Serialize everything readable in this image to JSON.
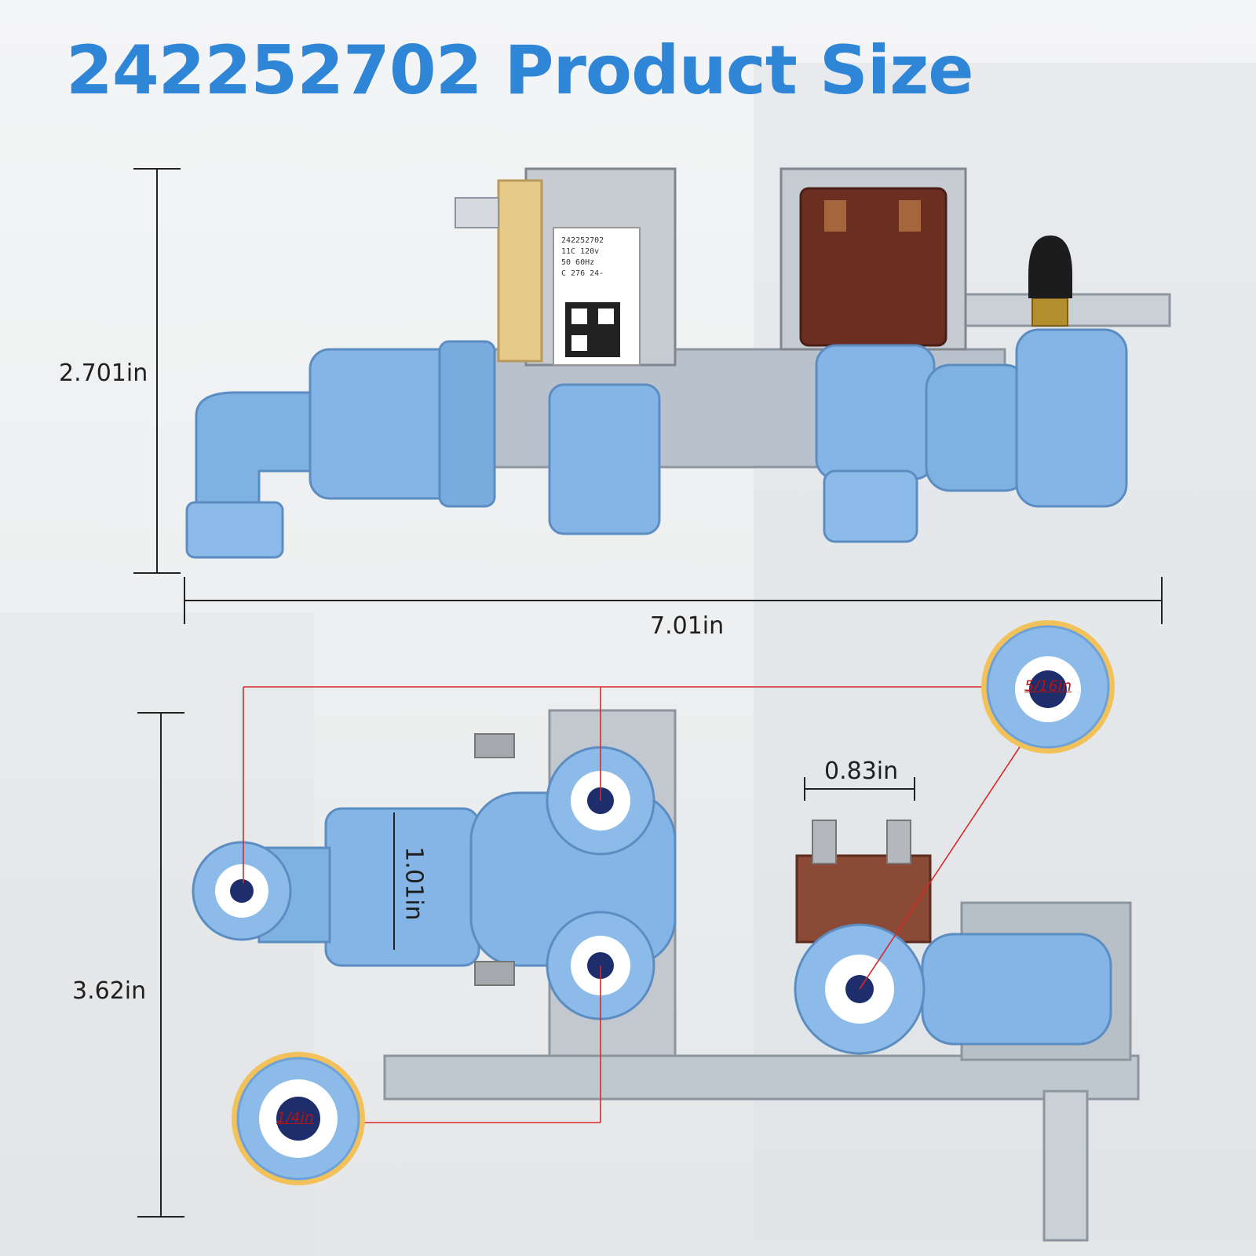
{
  "title": "242252702 Product Size",
  "dimensions": {
    "height_top": "2.701in",
    "width": "7.01in",
    "height_bottom": "3.62in",
    "inlet_width": "1.01in",
    "terminal_gap": "0.83in",
    "port_large": "5/16in",
    "port_small": "1/4in"
  },
  "label_sticker": {
    "lines": [
      "242252702",
      "11C 120v",
      "50 60Hz",
      "C 276 24-"
    ]
  },
  "colors": {
    "title_blue": "#2f86d6",
    "valve_blue": "#7fb1e3",
    "callout_red": "#d62a2a",
    "callout_ring": "#f2c15a"
  }
}
